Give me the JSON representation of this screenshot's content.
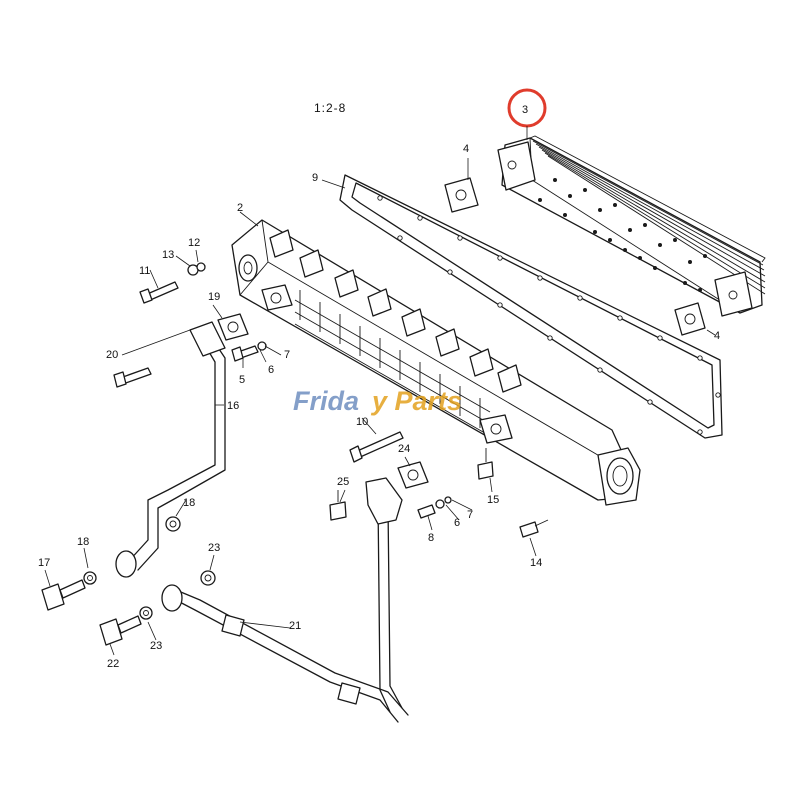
{
  "scale_label": "1:2-8",
  "highlight_color": "#e03c2c",
  "watermark": {
    "text_a": "Frida",
    "text_b": "y Parts",
    "color_a": "#6f8fc0",
    "color_b": "#e3a21f"
  },
  "callouts": {
    "c2": "2",
    "c3": "3",
    "c4a": "4",
    "c4b": "4",
    "c5": "5",
    "c6a": "6",
    "c6b": "6",
    "c7a": "7",
    "c7b": "7",
    "c8": "8",
    "c9": "9",
    "c10": "10",
    "c11": "11",
    "c12": "12",
    "c13": "13",
    "c14": "14",
    "c15": "15",
    "c16": "16",
    "c17": "17",
    "c18a": "18",
    "c18b": "18",
    "c19": "19",
    "c20": "20",
    "c21": "21",
    "c22": "22",
    "c23a": "23",
    "c23b": "23",
    "c24": "24",
    "c25": "25"
  }
}
